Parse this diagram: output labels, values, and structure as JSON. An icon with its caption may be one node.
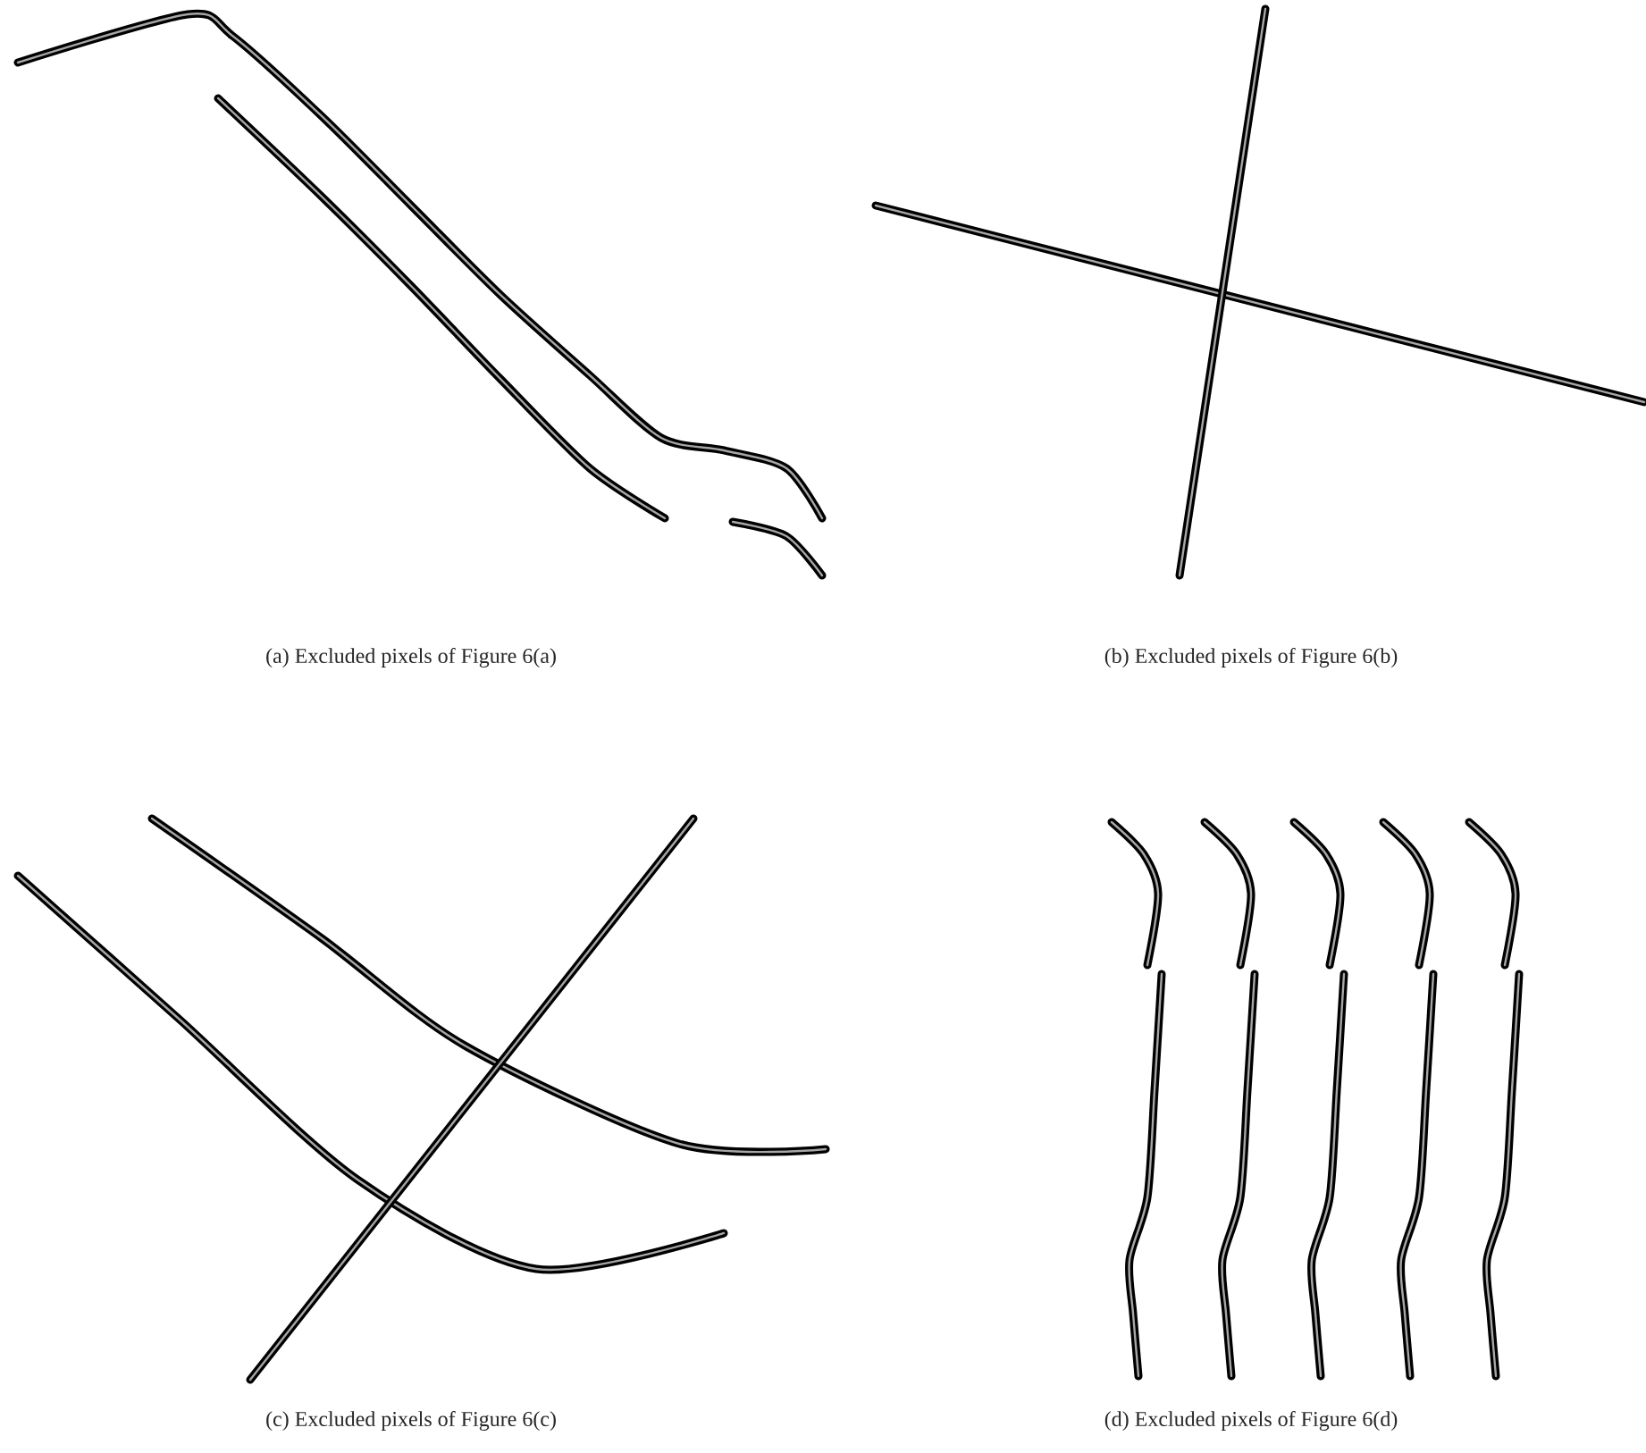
{
  "diagram": {
    "labels": [
      "(a)  Excluded pixels of Figure 6(a)",
      "(b)  Excluded pixels of Figure 6(b)",
      "(c)  Excluded pixels of Figure 6(c)",
      "(d)  Excluded pixels of Figure 6(d)"
    ]
  }
}
